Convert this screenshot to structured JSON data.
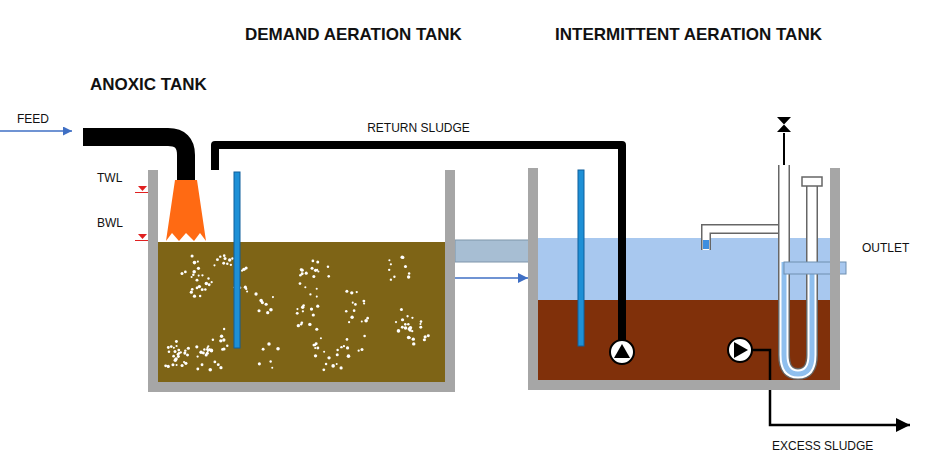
{
  "diagram": {
    "nodes": [
      {
        "text": [
          "ANOXIC TANK",
          "DEMAND AERATION TANK"
        ]
      },
      {
        "text": [
          "INTERMITTENT AERATION TANK"
        ]
      }
    ],
    "edges": [
      {
        "from": 0,
        "to": 1,
        "arrow": "to"
      },
      {
        "from": 1,
        "to": 0,
        "label": "RETURN SLUDGE",
        "arrow": "none"
      }
    ],
    "labels": [
      "FEED",
      "TWL",
      "BWL",
      "OUTLET",
      "EXCESS SLUDGE"
    ]
  }
}
